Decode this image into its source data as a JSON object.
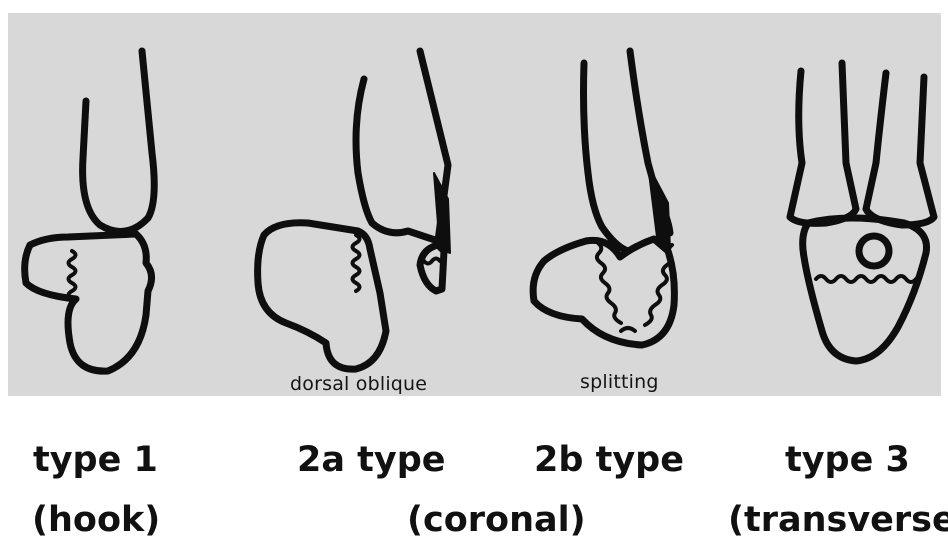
{
  "figure": {
    "sublabels": {
      "dorsal_oblique": "dorsal oblique",
      "splitting": "splitting"
    },
    "captions": {
      "type1": "type 1",
      "type1_sub": "(hook)",
      "type2a": "2a type",
      "type2b": "2b type",
      "type2_sub": "(coronal)",
      "type3": "type 3",
      "type3_sub": "(transverse)"
    }
  }
}
